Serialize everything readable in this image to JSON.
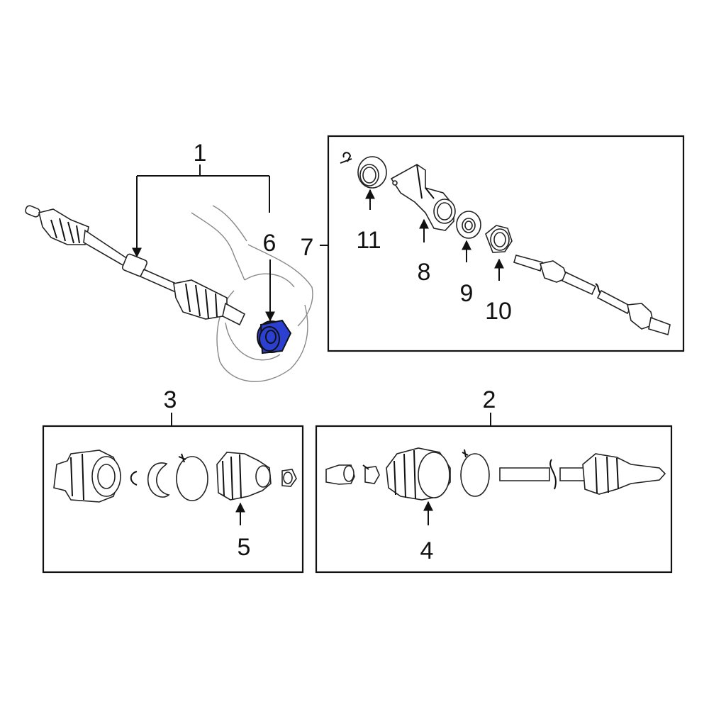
{
  "callouts": {
    "c1": "1",
    "c2": "2",
    "c3": "3",
    "c4": "4",
    "c5": "5",
    "c6": "6",
    "c7": "7",
    "c8": "8",
    "c9": "9",
    "c10": "10",
    "c11": "11"
  },
  "colors": {
    "highlight": "#2b3fd1",
    "line": "#111111",
    "background": "#ffffff"
  },
  "highlighted_part": "6"
}
